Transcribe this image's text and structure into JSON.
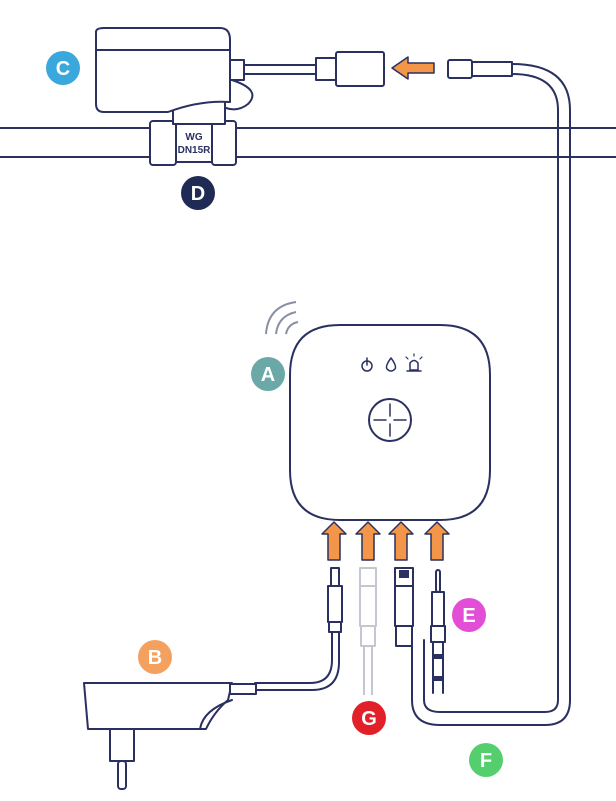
{
  "labels": {
    "A": {
      "text": "A",
      "color": "#6aa9a8"
    },
    "B": {
      "text": "B",
      "color": "#f4a05e"
    },
    "C": {
      "text": "C",
      "color": "#3aa8dd"
    },
    "D": {
      "text": "D",
      "color": "#1f2a55"
    },
    "E": {
      "text": "E",
      "color": "#e24fd6"
    },
    "F": {
      "text": "F",
      "color": "#55cf6e"
    },
    "G": {
      "text": "G",
      "color": "#e2202a"
    }
  },
  "valve": {
    "line1": "WG",
    "line2": "DN15R"
  },
  "colors": {
    "line": "#2a3160",
    "arrow": "#f4964a"
  },
  "hub_icons": [
    "power-icon",
    "water-drop-icon",
    "alarm-light-icon",
    "plus-button-icon",
    "wifi-icon"
  ]
}
